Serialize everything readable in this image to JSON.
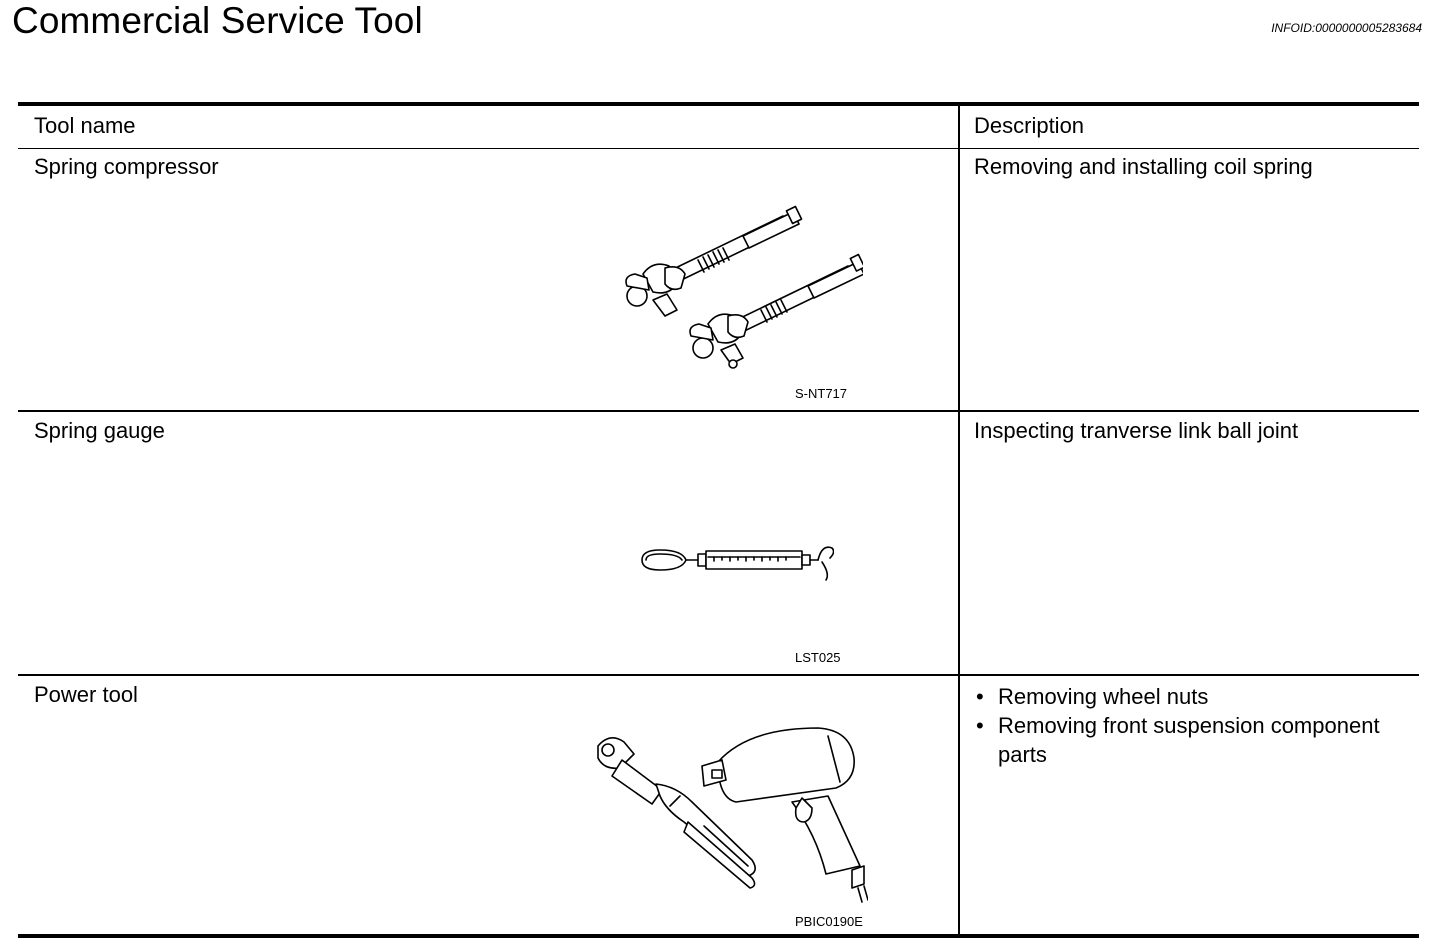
{
  "header": {
    "title": "Commercial Service Tool",
    "info_id": "INFOID:0000000005283684"
  },
  "table": {
    "columns": [
      "Tool name",
      "Description"
    ],
    "rows": [
      {
        "name": "Spring compressor",
        "description": "Removing and installing coil spring",
        "figure_code": "S-NT717",
        "icon": "spring-compressor-icon"
      },
      {
        "name": "Spring gauge",
        "description": "Inspecting tranverse link ball joint",
        "figure_code": "LST025",
        "icon": "spring-gauge-icon"
      },
      {
        "name": "Power tool",
        "description_items": [
          "Removing wheel nuts",
          "Removing front suspension component parts"
        ],
        "bullet": "•",
        "figure_code": "PBIC0190E",
        "icon": "power-tool-icon"
      }
    ]
  }
}
